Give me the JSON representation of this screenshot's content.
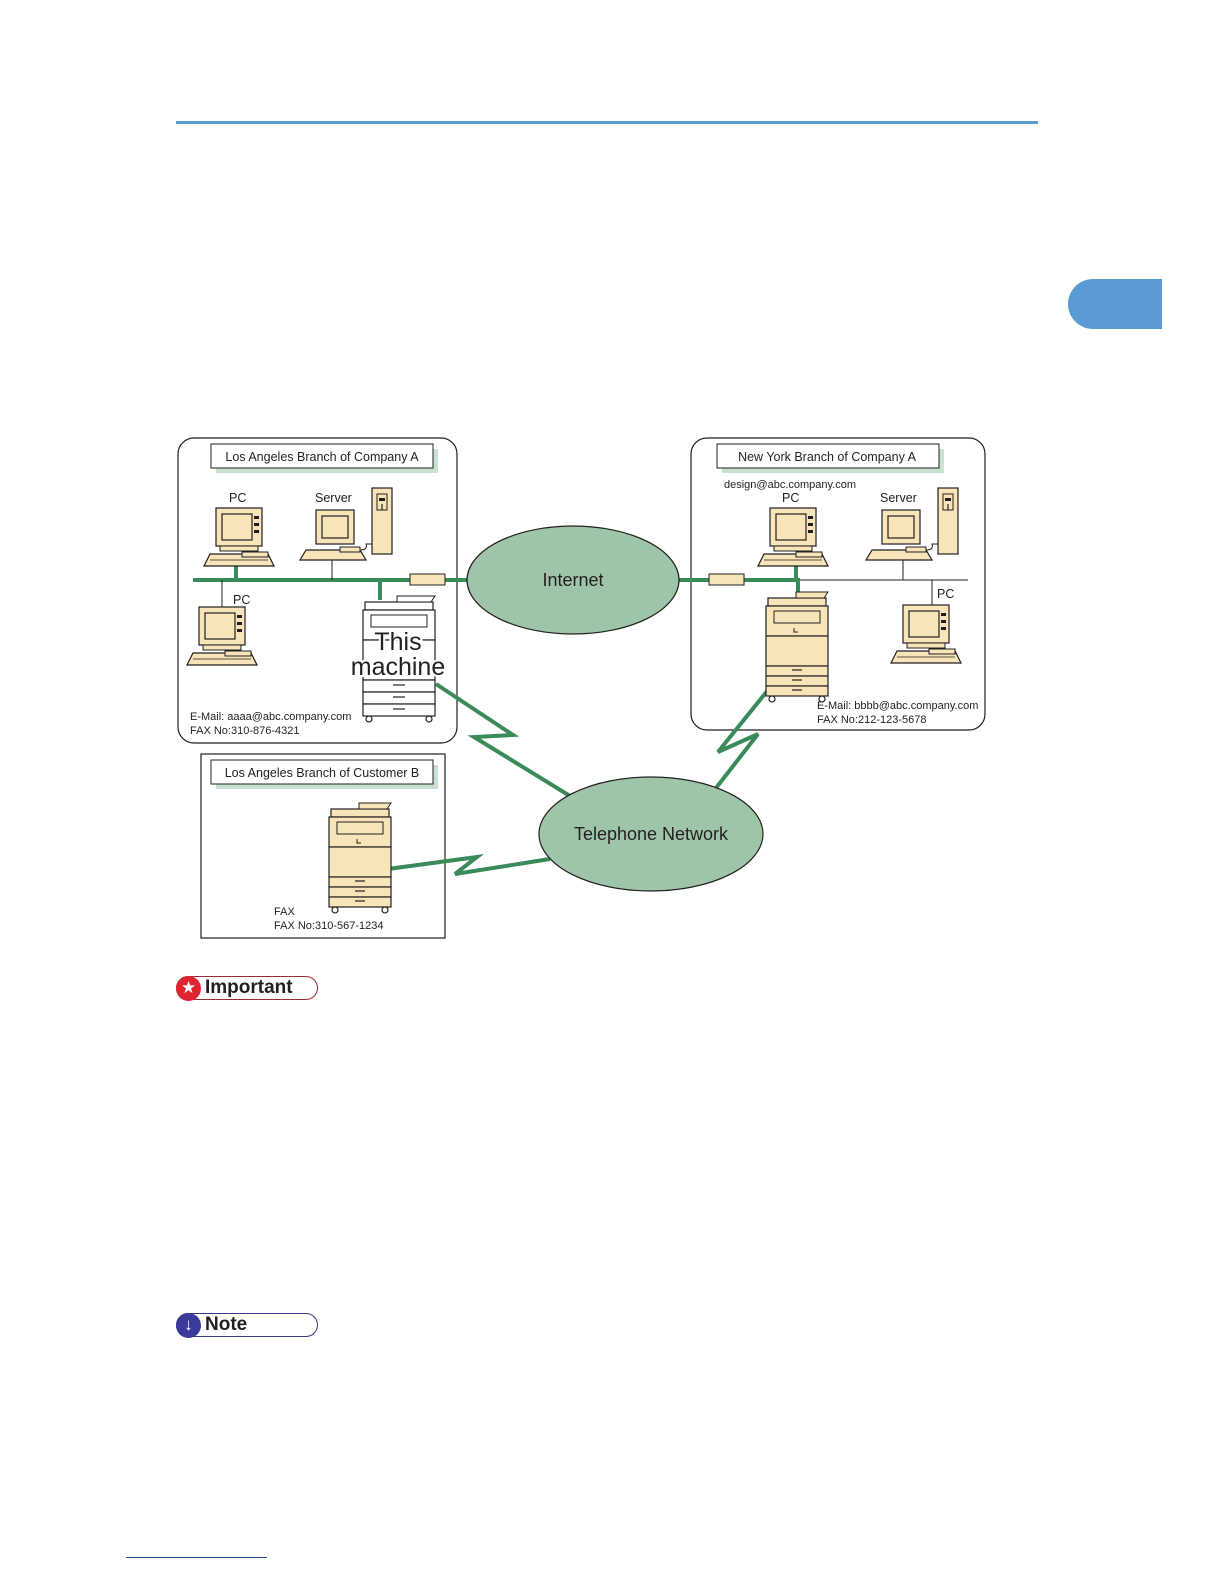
{
  "colors": {
    "accent_blue": "#5b9bd5",
    "network_green": "#3a8a5a",
    "cloud_fill": "#9ec5a8",
    "equipment_fill": "#f7e4b8",
    "important_red": "#e0242f",
    "note_navy": "#3a3a9a"
  },
  "diagram": {
    "la_branch_a": {
      "title": "Los Angeles Branch of Company A",
      "pc_label": "PC",
      "server_label": "Server",
      "pc2_label": "PC",
      "machine_label_line1": "This",
      "machine_label_line2": "machine",
      "email": "E-Mail:  aaaa@abc.company.com",
      "fax": "FAX No:310-876-4321"
    },
    "ny_branch_a": {
      "title": "New York Branch of Company A",
      "design_email": "design@abc.company.com",
      "pc_label": "PC",
      "server_label": "Server",
      "pc2_label": "PC",
      "email": "E-Mail:  bbbb@abc.company.com",
      "fax": "FAX No:212-123-5678"
    },
    "la_branch_b": {
      "title": "Los Angeles Branch of Customer B",
      "fax_label": "FAX",
      "fax": "FAX No:310-567-1234"
    },
    "internet_label": "Internet",
    "telephone_label": "Telephone Network"
  },
  "badges": {
    "important_icon": "star-icon",
    "important_label": "Important",
    "note_icon": "arrow-down-icon",
    "note_label": "Note"
  }
}
